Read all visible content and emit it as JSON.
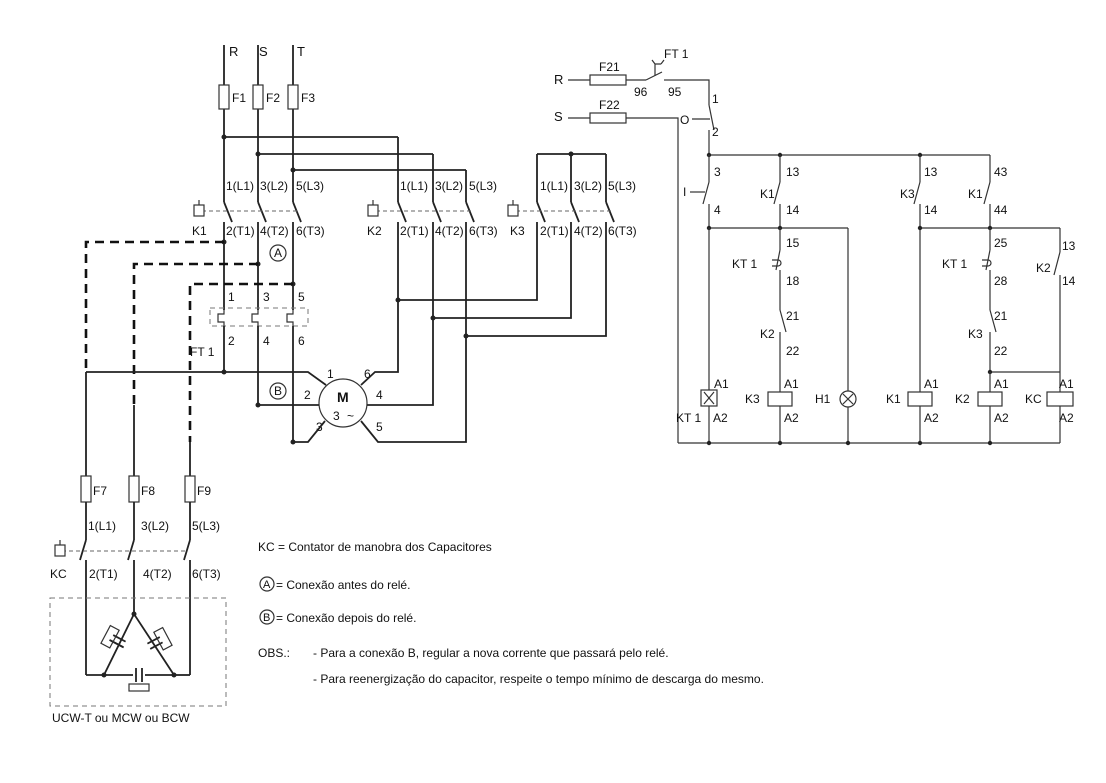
{
  "phases": [
    "R",
    "S",
    "T"
  ],
  "fuses_main": [
    "F1",
    "F2",
    "F3"
  ],
  "fuses_cap": [
    "F7",
    "F8",
    "F9"
  ],
  "terminals_in": [
    "1(L1)",
    "3(L2)",
    "5(L3)"
  ],
  "terminals_out": [
    "2(T1)",
    "4(T2)",
    "6(T3)"
  ],
  "contactors": [
    "K1",
    "K2",
    "K3",
    "KC"
  ],
  "relay": {
    "name": "FT 1",
    "terms_top": [
      "1",
      "3",
      "5"
    ],
    "terms_bottom": [
      "2",
      "4",
      "6"
    ]
  },
  "point_a": "A",
  "point_b": "B",
  "motor": {
    "symbol": "M",
    "phase": "3",
    "tilde": "~",
    "terms": [
      "1",
      "6",
      "2",
      "4",
      "3",
      "5"
    ]
  },
  "capacitor_bank_label": "UCW-T ou MCW ou BCW",
  "legend": {
    "kc": "KC  = Contator de manobra dos Capacitores",
    "a_text": "= Conexão antes do relé.",
    "b_text": "= Conexão depois do relé.",
    "obs_label": "OBS.:",
    "obs_lines": [
      "- Para a conexão B, regular a nova corrente que passará pelo relé.",
      "- Para reenergização do capacitor, respeite o tempo mínimo de descarga do mesmo."
    ]
  },
  "control": {
    "supply": [
      "R",
      "S"
    ],
    "fuses": [
      "F21",
      "F22"
    ],
    "ft1": "FT 1",
    "ft1_terms": [
      "96",
      "95"
    ],
    "stop_terms": [
      "1",
      "2"
    ],
    "stop_symbol": "O",
    "start_terms": [
      "3",
      "4"
    ],
    "start_symbol": "I",
    "k1_aux": [
      "K1",
      "13",
      "14"
    ],
    "k3_aux": [
      "K3",
      "13",
      "14"
    ],
    "k1_aux2": [
      "K1",
      "43",
      "44"
    ],
    "kt1_a": [
      "KT 1",
      "15",
      "18"
    ],
    "kt1_b": [
      "KT 1",
      "25",
      "28"
    ],
    "k2_int": [
      "K2",
      "21",
      "22"
    ],
    "k3_int": [
      "K3",
      "21",
      "22"
    ],
    "k2_aux": [
      "K2",
      "13",
      "14"
    ],
    "coils": [
      "KT 1",
      "K3",
      "K1",
      "K2",
      "KC"
    ],
    "coil_terms": [
      "A1",
      "A2"
    ],
    "lamp": "H1"
  }
}
